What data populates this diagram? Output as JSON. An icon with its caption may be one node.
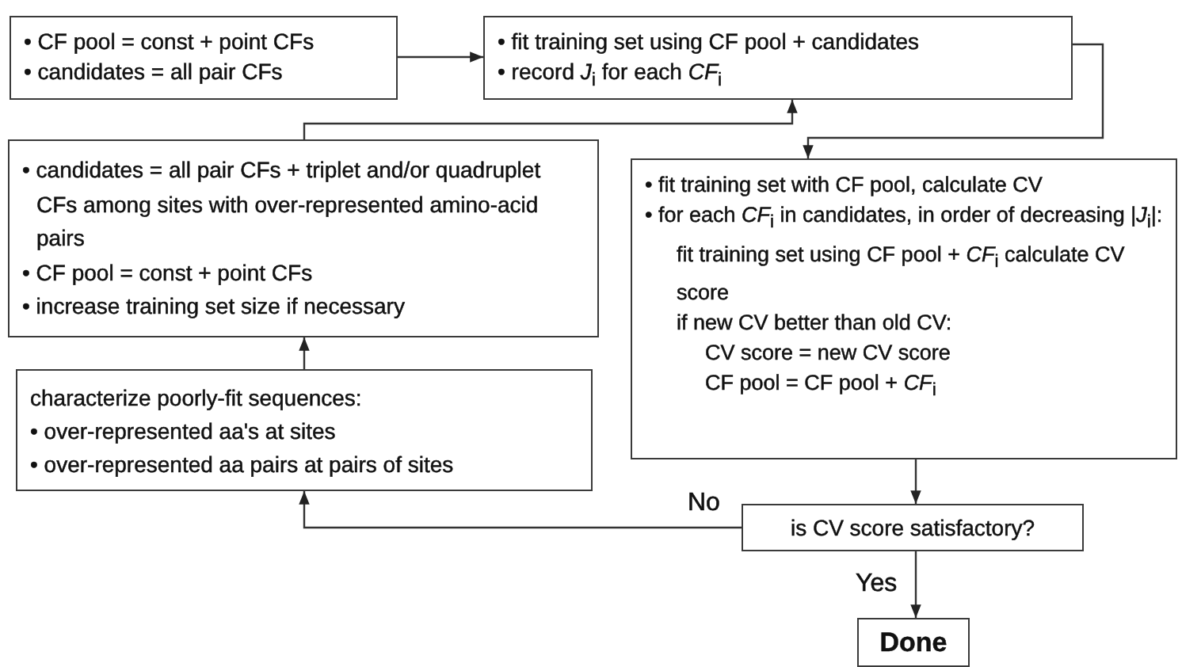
{
  "diagram": {
    "nodes": [
      {
        "text": [
          "• CF pool = const + point CFs",
          "• candidates = all pair CFs"
        ]
      },
      {
        "text": [
          "• fit training set using CF pool + candidates",
          "• record *J*$_{i}$ for each *CF*$_{i}$"
        ]
      },
      {
        "text": [
          "• candidates = all pair CFs + triplet and/or quadruplet CFs among sites with over-represented amino-acid pairs",
          "• CF pool = const + point CFs",
          "• increase training set size if necessary"
        ]
      },
      {
        "text": [
          "characterize poorly-fit sequences:",
          "• over-represented aa's at sites",
          "• over-represented aa pairs at pairs of sites"
        ]
      },
      {
        "text": [
          "• fit training set with CF pool, calculate CV",
          "• for each *CF*$_{i}$ in candidates, in order of decreasing |*J*$_{i}$|:",
          "fit training set using CF pool + *CF*$_{i}$ calculate CV score",
          "if new CV better than old CV:",
          "CV score = new CV score",
          "CF pool = CF pool + *CF*$_{i}$"
        ]
      },
      {
        "text": [
          "is CV score satisfactory?"
        ]
      },
      {
        "text": [
          "Done"
        ]
      }
    ],
    "edges": [
      {
        "from": 0,
        "to": 1,
        "arrow": "to"
      },
      {
        "from": 1,
        "to": 4,
        "arrow": "to"
      },
      {
        "from": 2,
        "to": 1,
        "arrow": "to"
      },
      {
        "from": 3,
        "to": 2,
        "arrow": "to"
      },
      {
        "from": 4,
        "to": 5,
        "arrow": "to"
      },
      {
        "from": 5,
        "to": 3,
        "arrow": "to",
        "label": "No"
      },
      {
        "from": 5,
        "to": 6,
        "arrow": "to",
        "label": "Yes"
      }
    ]
  }
}
